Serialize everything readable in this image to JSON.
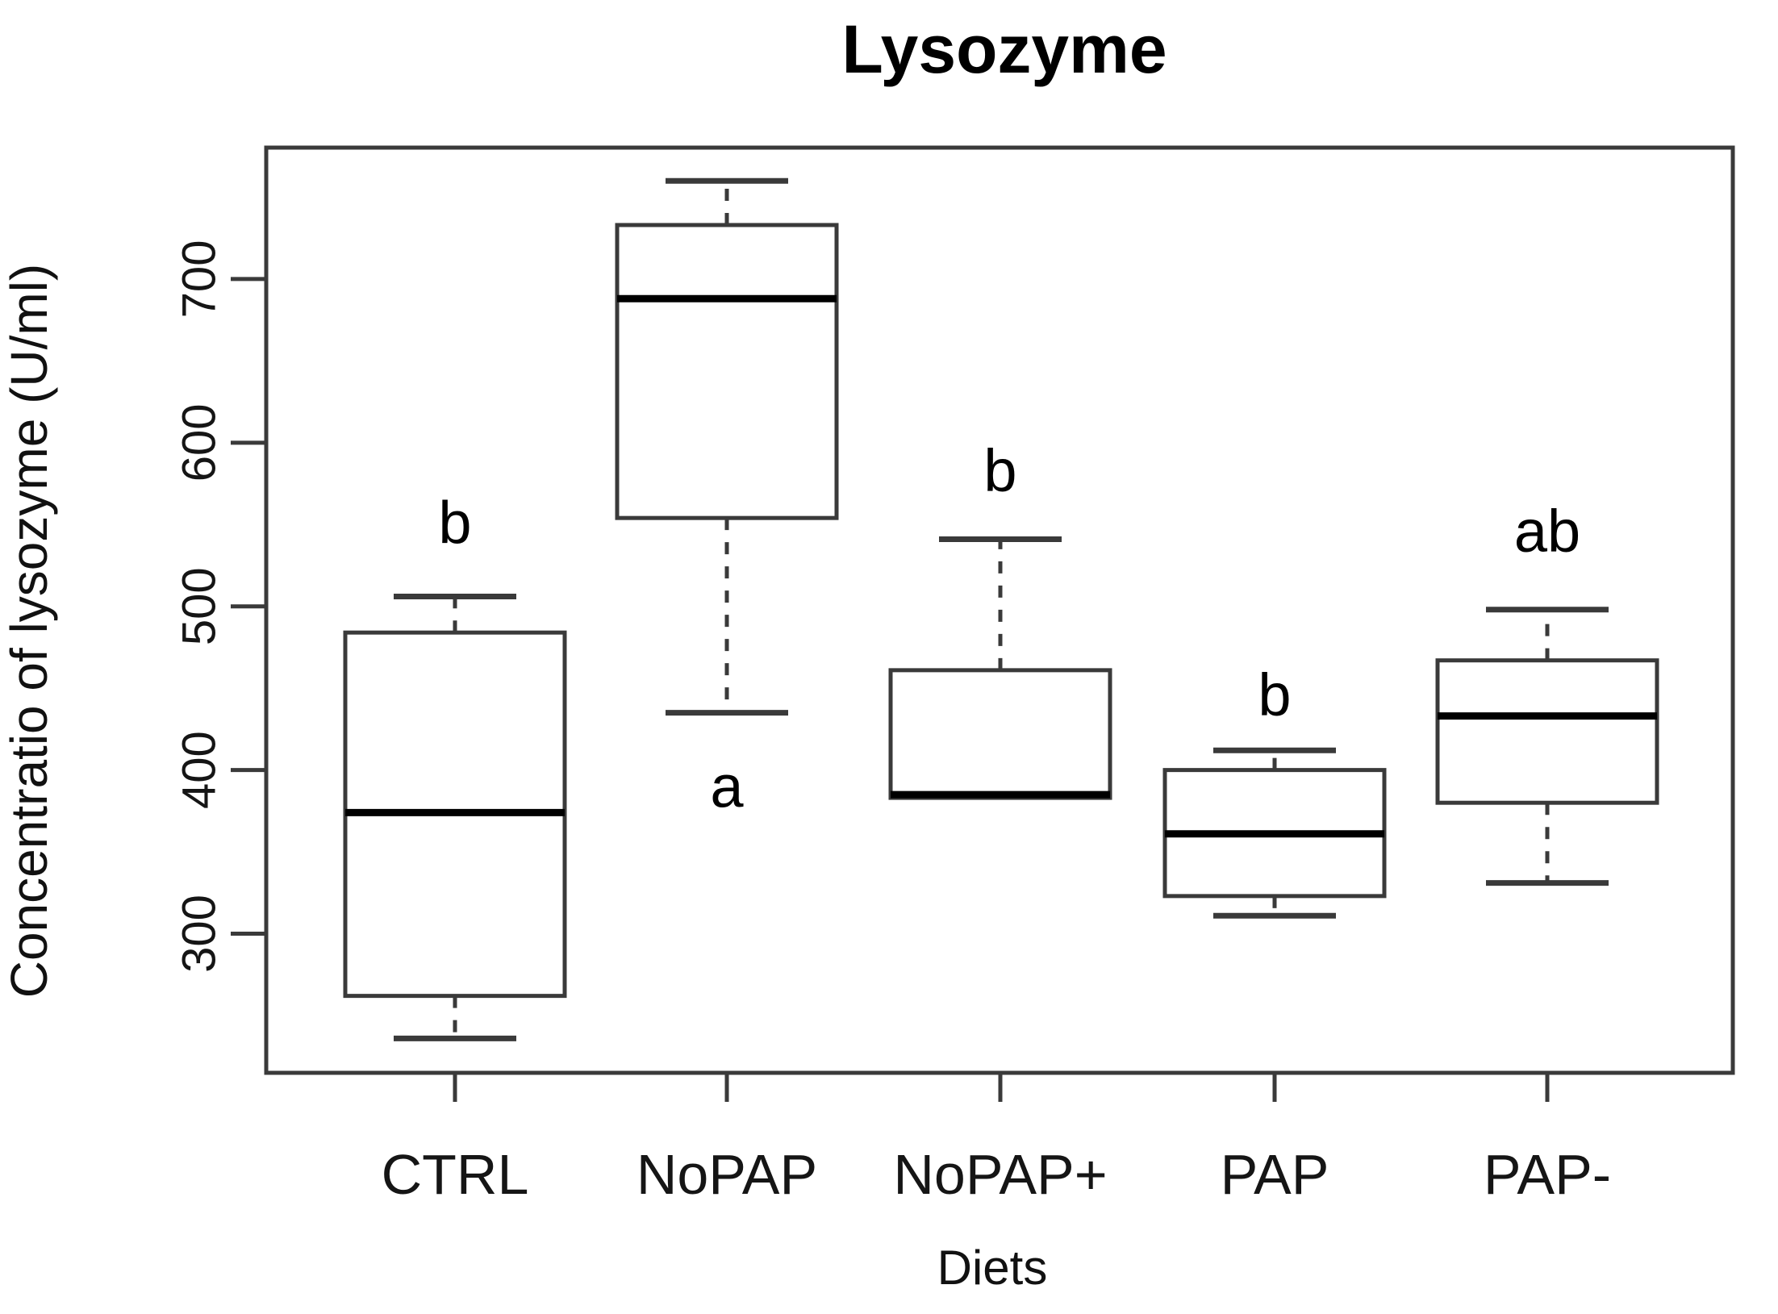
{
  "chart_data": {
    "type": "boxplot",
    "title": "Lysozyme",
    "xlabel": "Diets",
    "ylabel": "Concentratio of lysozyme (U/ml)",
    "categories": [
      "CTRL",
      "NoPAP",
      "NoPAP+",
      "PAP",
      "PAP-"
    ],
    "y_ticks": [
      300,
      400,
      500,
      600,
      700
    ],
    "ylim_drawn": [
      215,
      780
    ],
    "grid": false,
    "legend": null,
    "units": "U/ml",
    "boxes": [
      {
        "category": "CTRL",
        "min": 236,
        "q1": 262,
        "median": 374,
        "q3": 484,
        "max": 506,
        "sig_letter": "b",
        "sig_letter_value": 551
      },
      {
        "category": "NoPAP",
        "min": 435,
        "q1": 554,
        "median": 688,
        "q3": 733,
        "max": 760,
        "sig_letter": "a",
        "sig_letter_value": 390
      },
      {
        "category": "NoPAP+",
        "min": 383,
        "q1": 383,
        "median": 385,
        "q3": 461,
        "max": 541,
        "sig_letter": "b",
        "sig_letter_value": 583
      },
      {
        "category": "PAP",
        "min": 311,
        "q1": 323,
        "median": 361,
        "q3": 400,
        "max": 412,
        "sig_letter": "b",
        "sig_letter_value": 446
      },
      {
        "category": "PAP-",
        "min": 331,
        "q1": 380,
        "median": 433,
        "q3": 467,
        "max": 498,
        "sig_letter": "ab",
        "sig_letter_value": 546
      }
    ],
    "colors": {
      "stroke": "#3a3a3a",
      "median": "#000000",
      "box_fill": "#ffffff",
      "text": "#000000",
      "background": "#ffffff"
    }
  }
}
